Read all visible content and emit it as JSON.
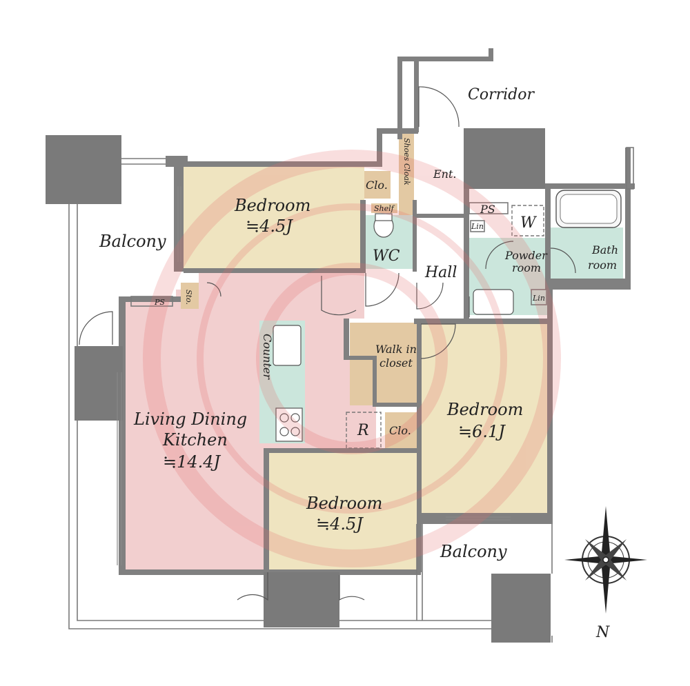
{
  "rooms": {
    "bedroom_top": {
      "label": "Bedroom",
      "area": "≒4.5J"
    },
    "bedroom_right": {
      "label": "Bedroom",
      "area": "≒6.1J"
    },
    "bedroom_bottom": {
      "label": "Bedroom",
      "area": "≒4.5J"
    },
    "ldk": {
      "label_line1": "Living Dining",
      "label_line2": "Kitchen",
      "area": "≒14.4J"
    }
  },
  "labels": {
    "corridor": "Corridor",
    "entrance": "Ent.",
    "shoes_cloak": "Shoes Cloak",
    "closet_top": "Clo.",
    "shelf": "Shelf",
    "wc": "WC",
    "hall": "Hall",
    "ps_top": "PS",
    "washer": "W",
    "lin_top": "Lin",
    "powder_line1": "Powder",
    "powder_line2": "room",
    "bath_line1": "Bath",
    "bath_line2": "room",
    "lin_bottom": "Lin",
    "balcony_left": "Balcony",
    "balcony_right": "Balcony",
    "ps_left": "PS",
    "storage": "Sto.",
    "counter": "Counter",
    "walkin_line1": "Walk in",
    "walkin_line2": "closet",
    "refrigerator": "R",
    "closet_mid": "Clo.",
    "north": "N"
  },
  "colors": {
    "bedroom": "#efe4c0",
    "ldk": "#f2cfcf",
    "wet_area": "#cbe6dc",
    "storage": "#e3c9a3",
    "wall": "#808080",
    "watermark": "#e46a6a"
  }
}
